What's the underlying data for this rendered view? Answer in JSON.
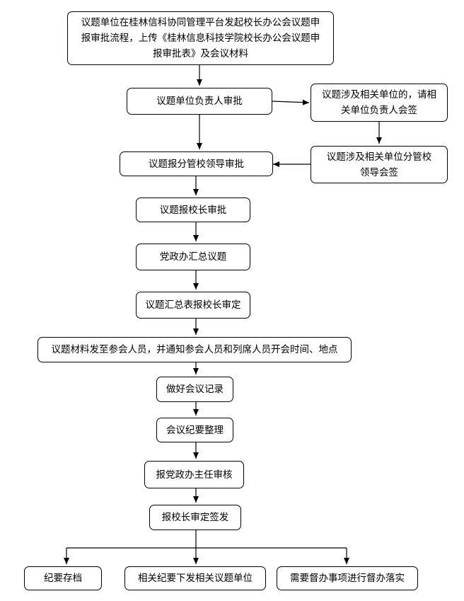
{
  "flowchart": {
    "nodes": [
      {
        "id": "start",
        "lines": [
          "议题单位在桂林信科协同管理平台发起校长办公会议题申",
          "报审批流程，上传《桂林信息科技学院校长办公会议题申",
          "报审批表》及会议材料"
        ]
      },
      {
        "id": "unit-head",
        "lines": [
          "议题单位负责人审批"
        ]
      },
      {
        "id": "related-head",
        "lines": [
          "议题涉及相关单位的，请相",
          "关单位负责人会签"
        ]
      },
      {
        "id": "related-leader",
        "lines": [
          "议题涉及相关单位分管校",
          "领导会签"
        ]
      },
      {
        "id": "leader",
        "lines": [
          "议题报分管校领导审批"
        ]
      },
      {
        "id": "president",
        "lines": [
          "议题报校长审批"
        ]
      },
      {
        "id": "office-summary",
        "lines": [
          "党政办汇总议题"
        ]
      },
      {
        "id": "summary-review",
        "lines": [
          "议题汇总表报校长审定"
        ]
      },
      {
        "id": "notify",
        "lines": [
          "议题材料发至参会人员，并通知参会人员和列席人员开会时间、地点"
        ]
      },
      {
        "id": "record",
        "lines": [
          "做好会议记录"
        ]
      },
      {
        "id": "minutes",
        "lines": [
          "会议纪要整理"
        ]
      },
      {
        "id": "director",
        "lines": [
          "报党政办主任审核"
        ]
      },
      {
        "id": "sign",
        "lines": [
          "报校长审定签发"
        ]
      },
      {
        "id": "archive",
        "lines": [
          "纪要存档"
        ]
      },
      {
        "id": "distribute",
        "lines": [
          "相关纪要下发相关议题单位"
        ]
      },
      {
        "id": "supervise",
        "lines": [
          "需要督办事项进行督办落实"
        ]
      }
    ]
  }
}
